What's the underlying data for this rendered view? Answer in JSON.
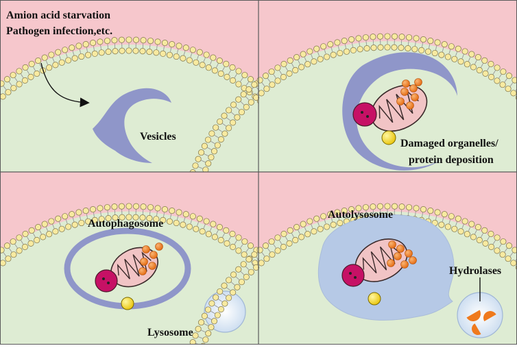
{
  "colors": {
    "extracellular": "#f6c7cc",
    "cytoplasm": "#deecd3",
    "membrane_head": "#f8eaa0",
    "membrane_head_stroke": "#7c7248",
    "membrane_tail": "#9a9a9a",
    "vesicle": "#8f96c9",
    "mito_outer": "#f1c4c5",
    "mito_inner": "#f3d0d2",
    "mito_stroke": "#3a2a2a",
    "granule": "#ed7d22",
    "granule_stroke": "#b04f0a",
    "nucleus": "#c61165",
    "lipid": "#f0d316",
    "lysosome": "#dde8f5",
    "autolysosome": "#b6c9e6",
    "hydrolase": "#ef7a1d",
    "border": "#5a5a5a"
  },
  "panels": [
    {
      "id": "top-left",
      "stage": "initiation",
      "labels": {
        "stress_line1": "Amion acid starvation",
        "stress_line2": "Pathogen infection,etc.",
        "vesicle": "Vesicles"
      }
    },
    {
      "id": "top-right",
      "stage": "cargo-recognition",
      "labels": {
        "cargo_line1": "Damaged organelles/",
        "cargo_line2": "protein deposition"
      }
    },
    {
      "id": "bottom-left",
      "stage": "autophagosome",
      "labels": {
        "autophagosome": "Autophagosome",
        "lysosome": "Lysosome"
      }
    },
    {
      "id": "bottom-right",
      "stage": "autolysosome",
      "labels": {
        "autolysosome": "Autolysosome",
        "hydrolases": "Hydrolases"
      }
    }
  ],
  "icons": [
    "curved-arrow-icon",
    "mitochondrion-icon",
    "nucleus-icon",
    "lipid-droplet-icon",
    "protein-granule-icon",
    "hydrolase-icon"
  ]
}
